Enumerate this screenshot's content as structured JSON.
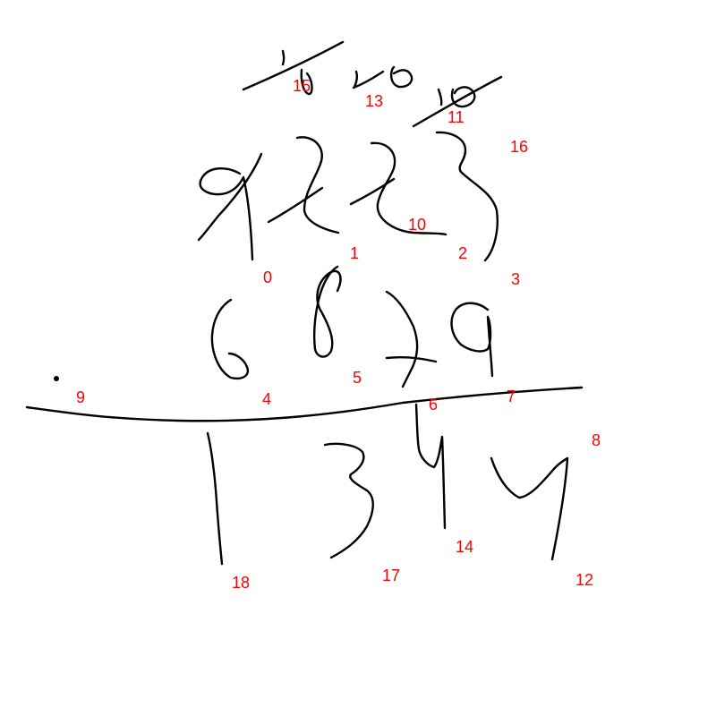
{
  "colors": {
    "background": "#ffffff",
    "ink": "#000000",
    "label": "#ff0000"
  },
  "labels": {
    "s0": "0",
    "s1": "1",
    "s2": "2",
    "s3": "3",
    "s4": "4",
    "s5": "5",
    "s6": "6",
    "s7": "7",
    "s8": "8",
    "s9": "9",
    "s10": "10",
    "s11": "11",
    "s12": "12",
    "s13": "13",
    "s14": "14",
    "s15": "15",
    "s16": "16",
    "s17": "17",
    "s18": "18"
  }
}
